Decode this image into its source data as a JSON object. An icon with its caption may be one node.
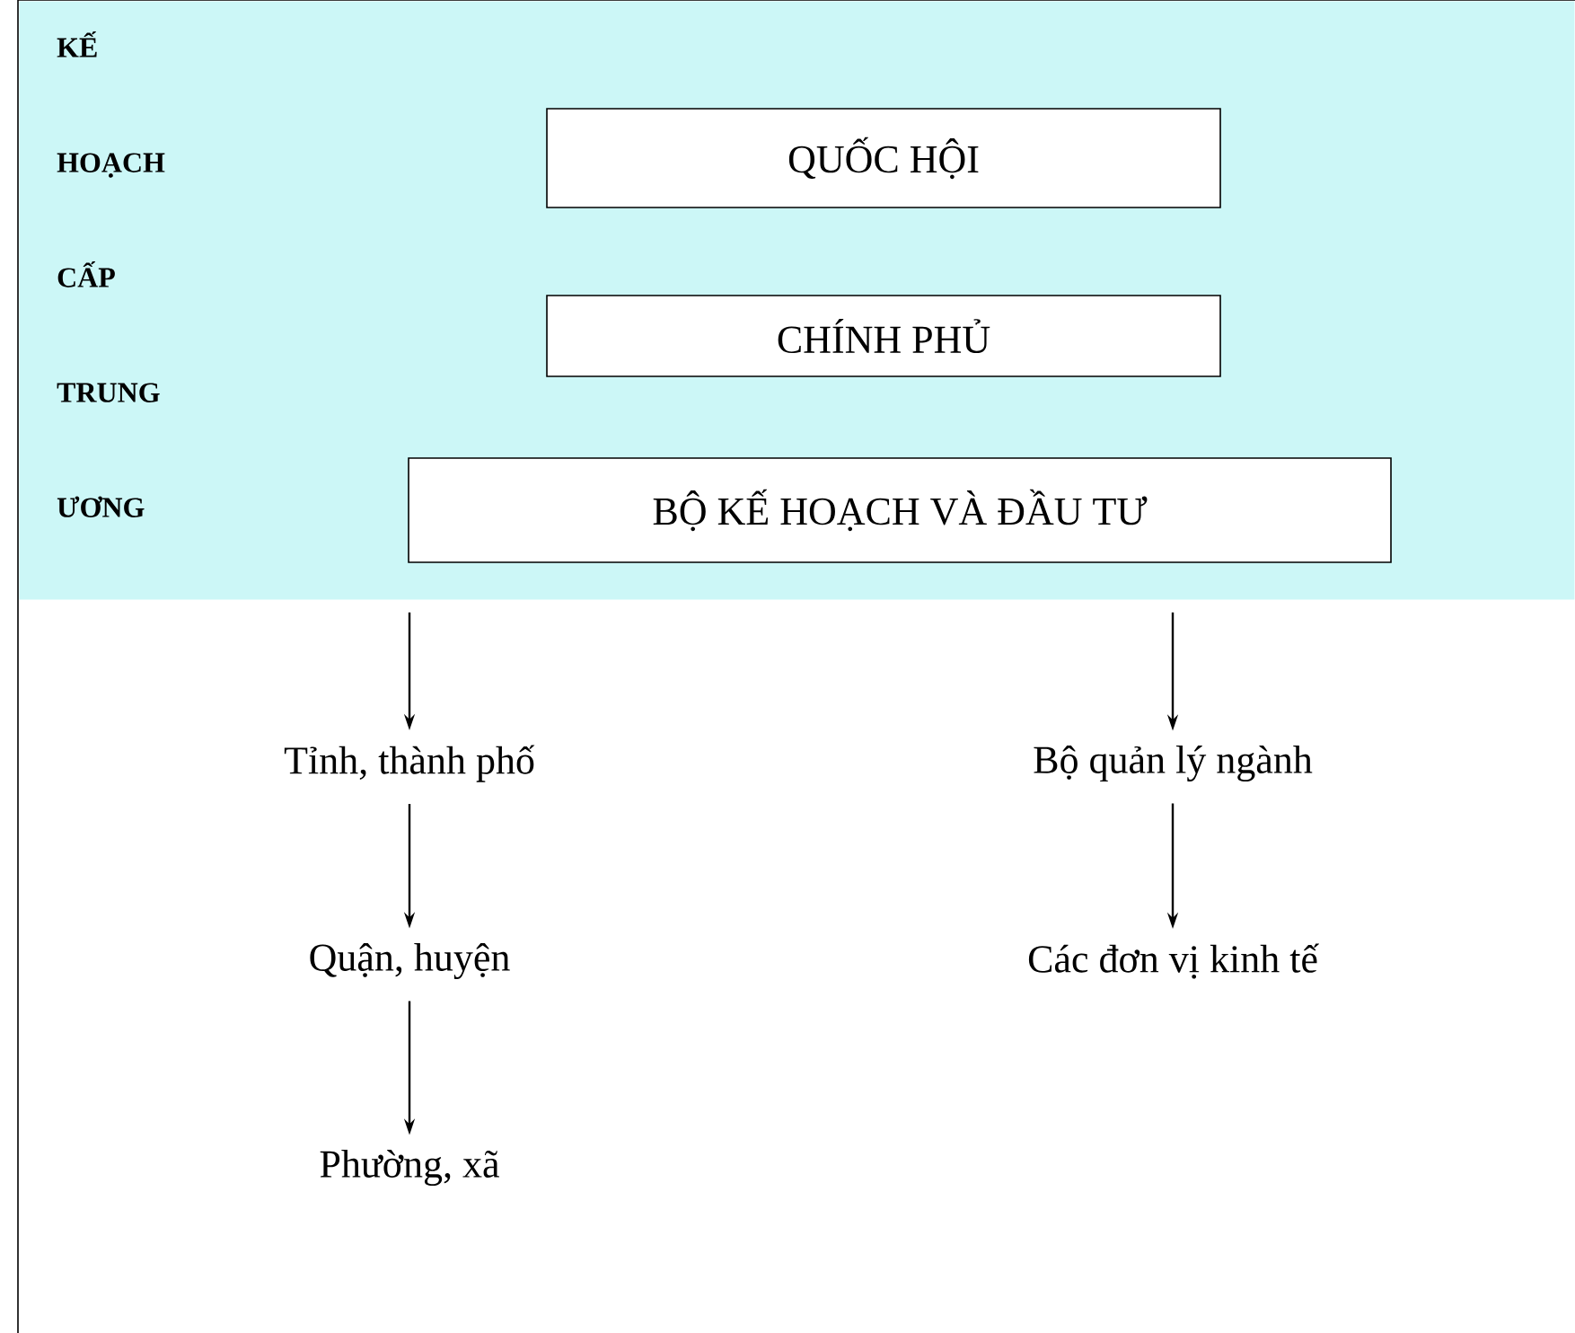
{
  "diagram": {
    "nodes": [
      {
        "text": [
          "KẾ HOẠCH CẤP TRUNG ƯƠNG"
        ]
      },
      {
        "text": [
          "QUỐC HỘI"
        ],
        "in": 0
      },
      {
        "text": [
          "CHÍNH PHỦ"
        ],
        "in": 0
      },
      {
        "text": [
          "BỘ KẾ HOẠCH VÀ ĐẦU TƯ"
        ],
        "in": 0
      },
      {
        "text": [
          "Tỉnh, thành phố"
        ]
      },
      {
        "text": [
          "Quận, huyện"
        ]
      },
      {
        "text": [
          "Phường, xã"
        ]
      },
      {
        "text": [
          "Bộ quản lý ngành"
        ]
      },
      {
        "text": [
          "Các đơn vị kinh tế"
        ]
      }
    ],
    "edges": [
      {
        "from": 0,
        "to": 4,
        "arrow": "to"
      },
      {
        "from": 4,
        "to": 5,
        "arrow": "to"
      },
      {
        "from": 5,
        "to": 6,
        "arrow": "to"
      },
      {
        "from": 0,
        "to": 7,
        "arrow": "to"
      },
      {
        "from": 7,
        "to": 8,
        "arrow": "to"
      }
    ]
  }
}
